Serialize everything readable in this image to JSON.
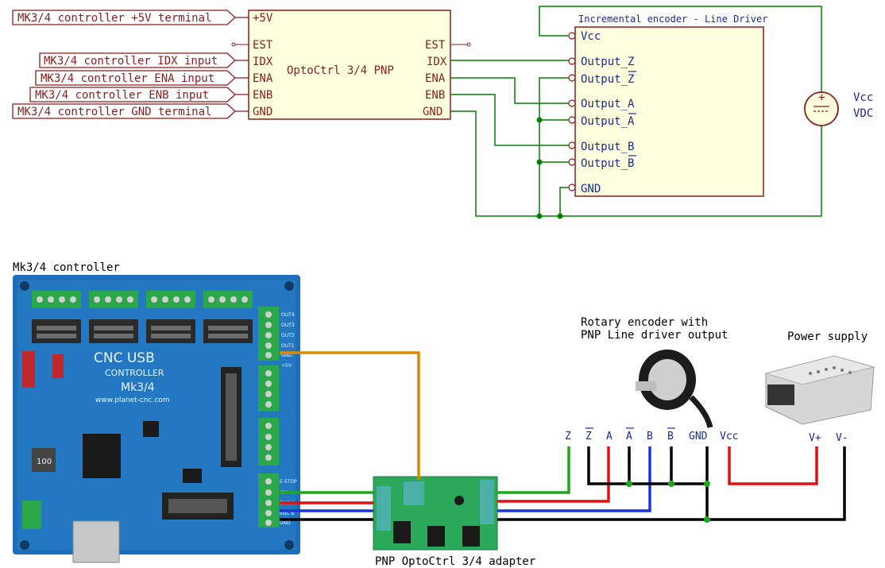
{
  "schematic": {
    "controller_labels": [
      "MK3/4 controller +5V terminal",
      "MK3/4 controller IDX input",
      "MK3/4 controller ENA input",
      "MK3/4 controller ENB  input",
      "MK3/4 controller GND terminal"
    ],
    "opto": {
      "title": "OptoCtrl 3/4 PNP",
      "left_pins": [
        "+5V",
        "EST",
        "IDX",
        "ENA",
        "ENB",
        "GND"
      ],
      "right_pins": [
        "EST",
        "IDX",
        "ENA",
        "ENB",
        "GND"
      ]
    },
    "encoder": {
      "title": "Incremental encoder - Line Driver",
      "pins": [
        "Vcc",
        "Output_Z",
        "Output_Z",
        "Output_A",
        "Output_A",
        "Output_B",
        "Output_B",
        "GND"
      ]
    },
    "source": {
      "line1": "Vcc",
      "line2": "VDC",
      "plus": "+"
    }
  },
  "photo": {
    "controller_caption": "Mk3/4 controller",
    "adapter_caption": "PNP OptoCtrl 3/4 adapter",
    "encoder_caption_1": "Rotary encoder with",
    "encoder_caption_2": "PNP Line driver output",
    "psu_caption": "Power supply",
    "wire_labels": [
      "Z",
      "Z",
      "A",
      "A",
      "B",
      "B",
      "GND",
      "Vcc"
    ],
    "psu_labels": [
      "V+",
      "V-"
    ],
    "pcb_text": {
      "line1": "CNC USB",
      "line2": "CONTROLLER",
      "line3": "Mk3/4",
      "line4": "www.planet-cnc.com",
      "chip": "100",
      "terminal_labels": [
        "OUT4",
        "OUT3",
        "OUT2",
        "OUT1",
        "GND",
        "+5V"
      ],
      "ctrl_labels": [
        "E-STOP",
        "IDX",
        "ENC A",
        "ENC B",
        "GND"
      ]
    }
  },
  "colors": {
    "schematic_wire": "#008000",
    "label_red": "#8a1c1c",
    "blue_text": "#1a2c8a",
    "wire_green": "#1ca81c",
    "wire_red": "#e01010",
    "wire_blue": "#1a35d6",
    "wire_black": "#000000",
    "wire_orange": "#d98a00",
    "pcb_blue": "#1c6fb8"
  }
}
